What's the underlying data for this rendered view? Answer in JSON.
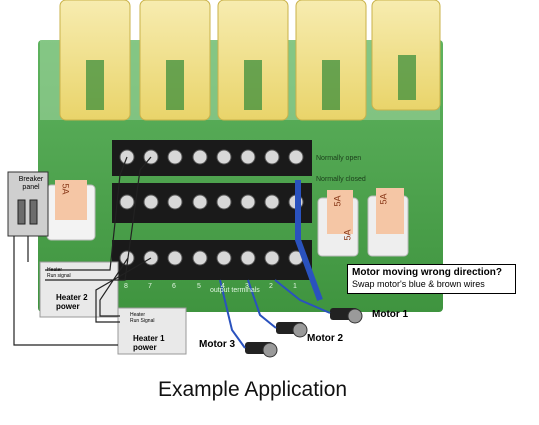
{
  "caption": "Example Application",
  "breaker": {
    "label_line1": "Breaker",
    "label_line2": "panel"
  },
  "board": {
    "normally_open": "Normally open",
    "normally_closed": "Normally closed",
    "output_terminals": "output terminals",
    "terminal_numbers": [
      "8",
      "7",
      "6",
      "5",
      "4",
      "3",
      "2",
      "1"
    ]
  },
  "fuses": [
    "5A",
    "5A",
    "5A",
    "5A"
  ],
  "heater2": {
    "signal_line1": "Heater",
    "signal_line2": "Run signal",
    "power_line1": "Heater 2",
    "power_line2": "power"
  },
  "heater1": {
    "signal_line1": "Heater",
    "signal_line2": "Run Signal",
    "power_line1": "Heater 1",
    "power_line2": "power"
  },
  "callout": {
    "title": "Motor moving  wrong direction?",
    "body": "Swap motor's blue & brown wires"
  },
  "motors": [
    "Motor 1",
    "Motor 2",
    "Motor 3"
  ],
  "colors": {
    "pcb": "#3f9a3f",
    "relay": "#f3e27a",
    "fuse": "#f5c6a5",
    "terminal": "#1a1a1a",
    "wire_blue": "#2a52be",
    "wire_brown": "#7a4a24"
  }
}
